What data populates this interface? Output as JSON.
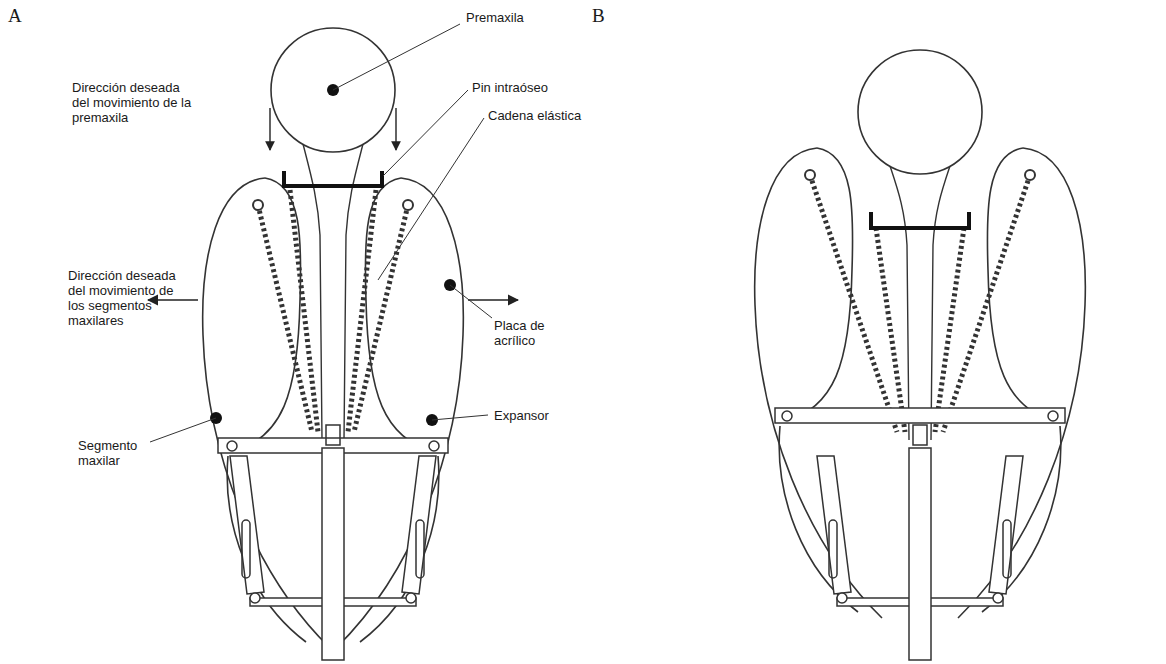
{
  "diagram": {
    "labels": [
      "A",
      "Premaxila",
      "B",
      "Dirección deseada del movimiento de la premaxila",
      "Pin intraóseo",
      "Cadena elástica",
      "Dirección deseada del movimiento de los segmentos maxilares",
      "Placa de acrílico",
      "Segmento maxilar",
      "Expansor"
    ]
  }
}
